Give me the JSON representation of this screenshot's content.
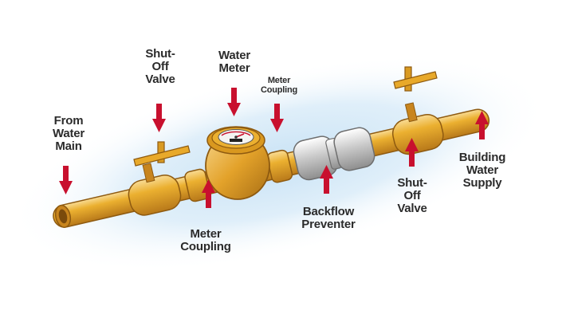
{
  "diagram": {
    "colors": {
      "pipe": "#E8A92A",
      "pipe_dark": "#B8791A",
      "pipe_light": "#F7D58A",
      "arrow": "#C8102E",
      "preventer": "#C9C9C9",
      "halo": "#C8E2F5",
      "dial_face": "#F4F4F2"
    },
    "icons": [
      "arrow-down-icon",
      "arrow-up-icon",
      "valve-handle-icon",
      "meter-dial-icon"
    ],
    "labels": {
      "from_water_main": [
        "From",
        "Water",
        "Main"
      ],
      "shutoff_valve_left": [
        "Shut-",
        "Off",
        "Valve"
      ],
      "water_meter": [
        "Water",
        "Meter"
      ],
      "meter_coupling_top": [
        "Meter",
        "Coupling"
      ],
      "meter_coupling_bottom": [
        "Meter",
        "Coupling"
      ],
      "backflow_preventer": [
        "Backflow",
        "Preventer"
      ],
      "shutoff_valve_right": [
        "Shut-",
        "Off",
        "Valve"
      ],
      "building_water_supply": [
        "Building",
        "Water",
        "Supply"
      ]
    }
  }
}
